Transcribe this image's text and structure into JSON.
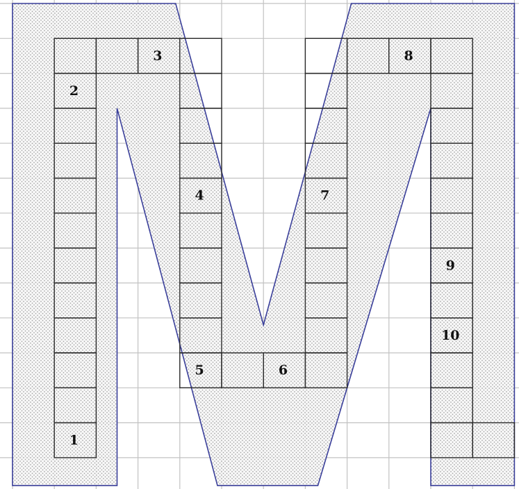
{
  "colors": {
    "background": "#ffffff",
    "grid": "#c2c2c2",
    "dot": "#9a9a9a",
    "outline": "#3a3f9a",
    "cell_border": "#2a2a2a",
    "label": "#111111"
  },
  "grid": {
    "columns": 12,
    "rows": 14
  },
  "letter": "M",
  "letter_outline": [
    [
      0.0,
      0.0
    ],
    [
      3.9,
      0.0
    ],
    [
      6.0,
      9.2
    ],
    [
      8.1,
      0.0
    ],
    [
      12.0,
      0.0
    ],
    [
      12.0,
      13.8
    ],
    [
      10.0,
      13.8
    ],
    [
      10.0,
      3.0
    ],
    [
      7.3,
      13.8
    ],
    [
      4.9,
      13.8
    ],
    [
      2.5,
      3.0
    ],
    [
      2.5,
      13.8
    ],
    [
      0.0,
      13.8
    ]
  ],
  "path_cells": [
    {
      "col": 1,
      "row": 12,
      "label": "1"
    },
    {
      "col": 1,
      "row": 11,
      "label": ""
    },
    {
      "col": 1,
      "row": 10,
      "label": ""
    },
    {
      "col": 1,
      "row": 9,
      "label": ""
    },
    {
      "col": 1,
      "row": 8,
      "label": ""
    },
    {
      "col": 1,
      "row": 7,
      "label": ""
    },
    {
      "col": 1,
      "row": 6,
      "label": ""
    },
    {
      "col": 1,
      "row": 5,
      "label": ""
    },
    {
      "col": 1,
      "row": 4,
      "label": ""
    },
    {
      "col": 1,
      "row": 3,
      "label": ""
    },
    {
      "col": 1,
      "row": 2,
      "label": "2"
    },
    {
      "col": 1,
      "row": 1,
      "label": ""
    },
    {
      "col": 2,
      "row": 1,
      "label": ""
    },
    {
      "col": 3,
      "row": 1,
      "label": "3"
    },
    {
      "col": 4,
      "row": 1,
      "label": ""
    },
    {
      "col": 4,
      "row": 2,
      "label": ""
    },
    {
      "col": 4,
      "row": 3,
      "label": ""
    },
    {
      "col": 4,
      "row": 4,
      "label": ""
    },
    {
      "col": 4,
      "row": 5,
      "label": "4"
    },
    {
      "col": 4,
      "row": 6,
      "label": ""
    },
    {
      "col": 4,
      "row": 7,
      "label": ""
    },
    {
      "col": 4,
      "row": 8,
      "label": ""
    },
    {
      "col": 4,
      "row": 9,
      "label": ""
    },
    {
      "col": 4,
      "row": 10,
      "label": "5"
    },
    {
      "col": 5,
      "row": 10,
      "label": ""
    },
    {
      "col": 6,
      "row": 10,
      "label": "6"
    },
    {
      "col": 7,
      "row": 10,
      "label": ""
    },
    {
      "col": 7,
      "row": 9,
      "label": ""
    },
    {
      "col": 7,
      "row": 8,
      "label": ""
    },
    {
      "col": 7,
      "row": 7,
      "label": ""
    },
    {
      "col": 7,
      "row": 6,
      "label": ""
    },
    {
      "col": 7,
      "row": 5,
      "label": "7"
    },
    {
      "col": 7,
      "row": 4,
      "label": ""
    },
    {
      "col": 7,
      "row": 3,
      "label": ""
    },
    {
      "col": 7,
      "row": 2,
      "label": ""
    },
    {
      "col": 7,
      "row": 1,
      "label": ""
    },
    {
      "col": 8,
      "row": 1,
      "label": ""
    },
    {
      "col": 9,
      "row": 1,
      "label": "8"
    },
    {
      "col": 10,
      "row": 1,
      "label": ""
    },
    {
      "col": 10,
      "row": 2,
      "label": ""
    },
    {
      "col": 10,
      "row": 3,
      "label": ""
    },
    {
      "col": 10,
      "row": 4,
      "label": ""
    },
    {
      "col": 10,
      "row": 5,
      "label": ""
    },
    {
      "col": 10,
      "row": 6,
      "label": ""
    },
    {
      "col": 10,
      "row": 7,
      "label": "9"
    },
    {
      "col": 10,
      "row": 8,
      "label": ""
    },
    {
      "col": 10,
      "row": 9,
      "label": "10"
    },
    {
      "col": 10,
      "row": 10,
      "label": ""
    },
    {
      "col": 10,
      "row": 11,
      "label": ""
    },
    {
      "col": 10,
      "row": 12,
      "label": ""
    },
    {
      "col": 11,
      "row": 12,
      "label": ""
    }
  ]
}
